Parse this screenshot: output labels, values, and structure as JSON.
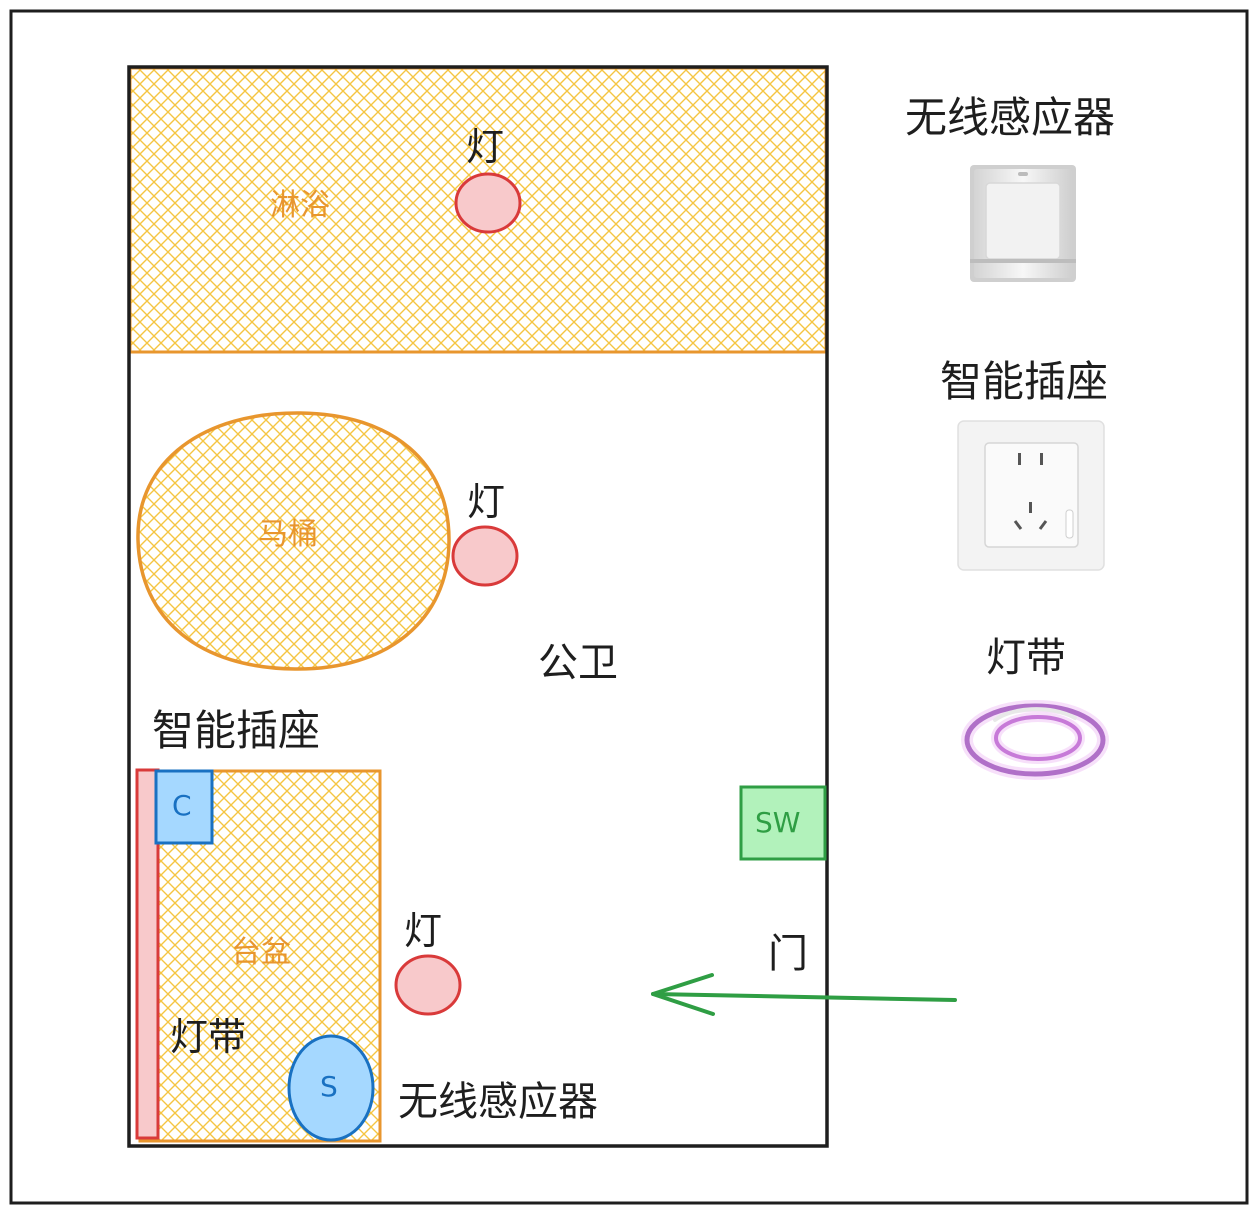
{
  "zones": {
    "shower": "淋浴",
    "toilet": "马桶",
    "basin": "台盆"
  },
  "room_label": "公卫",
  "lights": {
    "shower_light": "灯",
    "toilet_light": "灯",
    "basin_light": "灯"
  },
  "in_plan": {
    "smart_socket": "智能插座",
    "light_strip": "灯带",
    "wireless_sensor": "无线感应器",
    "socket_marker": "C",
    "sensor_marker": "S",
    "switch_marker": "SW",
    "door": "门"
  },
  "legend": {
    "sensor_title": "无线感应器",
    "sensor_icon": "motion-sensor-icon",
    "socket_title": "智能插座",
    "socket_icon": "wall-socket-icon",
    "strip_title": "灯带",
    "strip_icon": "led-strip-icon"
  },
  "colors": {
    "hatch": "#f5c542",
    "zone_border": "#e8962e",
    "light_fill": "#f8c9cb",
    "light_stroke": "#d93a3a",
    "blue_fill": "#a5d8ff",
    "blue_stroke": "#1971c2",
    "green_fill": "#b2f2bb",
    "green_stroke": "#2f9e44"
  }
}
